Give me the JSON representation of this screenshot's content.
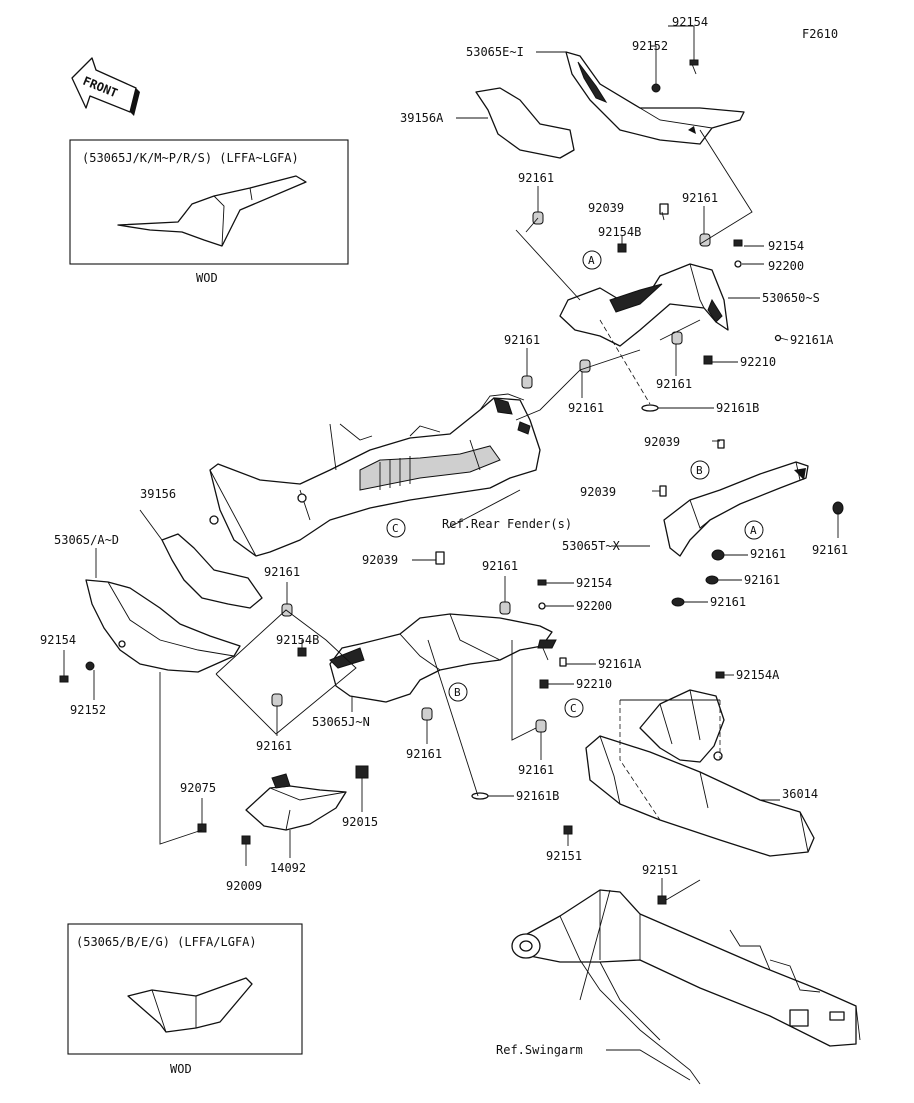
{
  "figure_code": "F2610",
  "front_label": "FRONT",
  "insets": [
    {
      "title": "(53065J/K/M~P/R/S) (LFFA~LGFA)",
      "caption": "WOD"
    },
    {
      "title": "(53065/B/E/G) (LFFA/LGFA)",
      "caption": "WOD"
    }
  ],
  "callouts": {
    "a": "A",
    "b": "B",
    "c": "C"
  },
  "parts": {
    "p92154_top": "92154",
    "p92152_top": "92152",
    "p53065E": "53065E~I",
    "p39156A": "39156A",
    "p92161_a": "92161",
    "p92039_a": "92039",
    "p92161_b": "92161",
    "p92154B_a": "92154B",
    "p92154_b": "92154",
    "p92200_a": "92200",
    "p530650": "530650~S",
    "p92161A_a": "92161A",
    "p92161_c": "92161",
    "p92210_a": "92210",
    "p92161_d": "92161",
    "p92161_e": "92161",
    "p92161B_a": "92161B",
    "p92039_b": "92039",
    "p39156": "39156",
    "p92039_c": "92039",
    "p53065AD": "53065/A~D",
    "p53065TX": "53065T~X",
    "p92161_f": "92161",
    "p92161_g": "92161",
    "p92161_h": "92161",
    "p92161_i": "92161",
    "p92161_j": "92161",
    "p92039_d": "92039",
    "p92161_k": "92161",
    "p92154_c": "92154",
    "p92200_b": "92200",
    "p92154_d": "92154",
    "p92154B_b": "92154B",
    "p92161A_b": "92161A",
    "p92210_b": "92210",
    "p92152_b": "92152",
    "p53065JN": "53065J~N",
    "p92161_l": "92161",
    "p92161_m": "92161",
    "p92161_n": "92161",
    "p92154A": "92154A",
    "p92075": "92075",
    "p92015": "92015",
    "p92161B_b": "92161B",
    "p36014": "36014",
    "p14092": "14092",
    "p92151_a": "92151",
    "p92151_b": "92151",
    "p92009": "92009"
  },
  "refs": {
    "rear_fender": "Ref.Rear Fender(s)",
    "swingarm": "Ref.Swingarm"
  }
}
